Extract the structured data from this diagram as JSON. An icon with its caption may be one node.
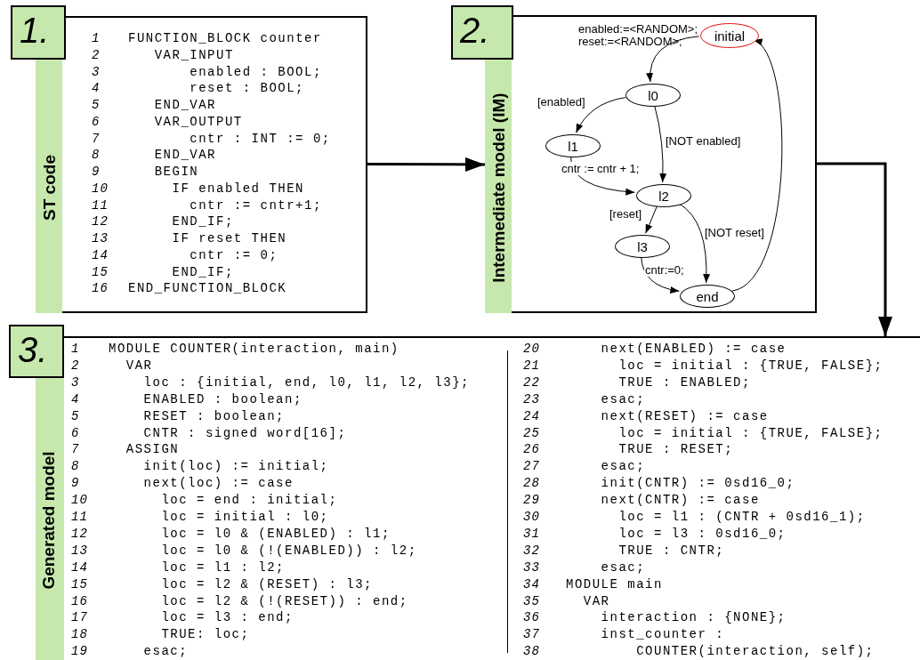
{
  "diagram": {
    "nodes": [
      {
        "text": [
          "1.",
          "ST code",
          "1",
          "FUNCTION_BLOCK counter",
          "2",
          "VAR_INPUT",
          "3",
          "enabled : BOOL;",
          "4",
          "reset : BOOL;",
          "5",
          "END_VAR",
          "6",
          "VAR_OUTPUT",
          "7",
          "cntr : INT := 0;",
          "8",
          "END_VAR",
          "9",
          "BEGIN",
          "10",
          "IF enabled THEN",
          "11",
          "cntr := cntr+1;",
          "12",
          "END_IF;",
          "13",
          "IF reset THEN",
          "14",
          "cntr := 0;",
          "15",
          "END_IF;",
          "16",
          "END_FUNCTION_BLOCK"
        ]
      },
      {
        "text": [
          "2.",
          "Intermediate model (IM)"
        ]
      },
      {
        "text": [
          "initial"
        ],
        "in": 1,
        "beside": [
          "enabled:=<RANDOM>; reset:=<RANDOM>;"
        ]
      },
      {
        "text": [
          "l0"
        ],
        "in": 1
      },
      {
        "text": [
          "l1"
        ],
        "in": 1
      },
      {
        "text": [
          "l2"
        ],
        "in": 1
      },
      {
        "text": [
          "l3"
        ],
        "in": 1
      },
      {
        "text": [
          "end"
        ],
        "in": 1
      },
      {
        "text": [
          "3.",
          "Generated model",
          "1",
          "MODULE COUNTER(interaction, main)",
          "2",
          "VAR",
          "3",
          "loc : {initial, end, l0, l1, l2, l3};",
          "4",
          "ENABLED : boolean;",
          "5",
          "RESET : boolean;",
          "6",
          "CNTR : signed word[16];",
          "7",
          "ASSIGN",
          "8",
          "init(loc) := initial;",
          "9",
          "next(loc) := case",
          "10",
          "loc = end : initial;",
          "11",
          "loc = initial : l0;",
          "12",
          "loc = l0 & (ENABLED) : l1;",
          "13",
          "loc = l0 & (!(ENABLED)) : l2;",
          "14",
          "loc = l1 : l2;",
          "15",
          "loc = l2 & (RESET) : l3;",
          "16",
          "loc = l2 & (!(RESET)) : end;",
          "17",
          "loc = l3 : end;",
          "18",
          "TRUE: loc;",
          "19",
          "esac;",
          "20",
          "next(ENABLED) := case",
          "21",
          "loc = initial : {TRUE, FALSE};",
          "22",
          "TRUE : ENABLED;",
          "23",
          "esac;",
          "24",
          "next(RESET) := case",
          "25",
          "loc = initial : {TRUE, FALSE};",
          "26",
          "TRUE : RESET;",
          "27",
          "esac;",
          "28",
          "init(CNTR) := 0sd16_0;",
          "29",
          "next(CNTR) := case",
          "30",
          "loc = l1 : (CNTR + 0sd16_1);",
          "31",
          "loc = l3 : 0sd16_0;",
          "32",
          "TRUE : CNTR;",
          "33",
          "esac;",
          "34",
          "MODULE main",
          "35",
          "VAR",
          "36",
          "interaction : {NONE};",
          "37",
          "inst_counter :",
          "38",
          "COUNTER(interaction, self);"
        ]
      }
    ],
    "edges": [
      {
        "from": 0,
        "to": 1,
        "arrow": "to",
        "style": "thick"
      },
      {
        "from": 1,
        "to": 8,
        "arrow": "to",
        "style": "thick"
      },
      {
        "from": 2,
        "to": 3,
        "arrow": "to"
      },
      {
        "from": 3,
        "to": 4,
        "arrow": "to",
        "label": "[enabled]"
      },
      {
        "from": 3,
        "to": 5,
        "arrow": "to",
        "label": "[NOT enabled]"
      },
      {
        "from": 4,
        "to": 5,
        "arrow": "to",
        "label": "cntr := cntr + 1;"
      },
      {
        "from": 5,
        "to": 6,
        "arrow": "to",
        "label": "[reset]"
      },
      {
        "from": 5,
        "to": 7,
        "arrow": "to",
        "label": "[NOT reset]"
      },
      {
        "from": 6,
        "to": 7,
        "arrow": "to",
        "label": "cntr:=0;"
      },
      {
        "from": 7,
        "to": 2,
        "arrow": "to"
      }
    ]
  }
}
